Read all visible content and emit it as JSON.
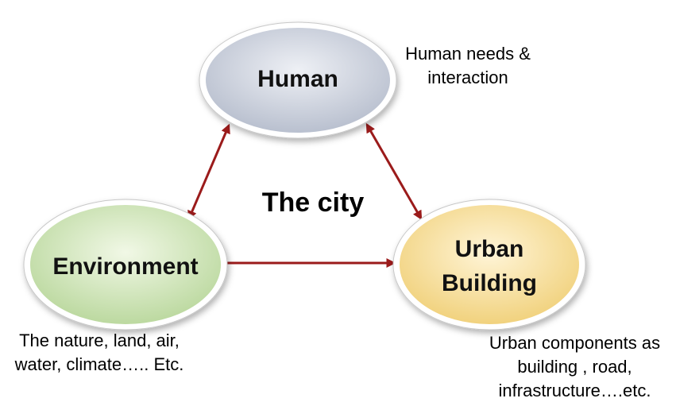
{
  "center_title": "The city",
  "nodes": {
    "human": {
      "label": "Human",
      "fill_light": "#eef0f5",
      "fill_dark": "#b9c0cf"
    },
    "environment": {
      "label": "Environment",
      "fill_light": "#f1f8e6",
      "fill_dark": "#bcd9a0"
    },
    "urban_building": {
      "label_line1": "Urban",
      "label_line2": "Building",
      "fill_light": "#fff5d8",
      "fill_dark": "#f1d27e"
    }
  },
  "notes": {
    "human": [
      "Human needs &",
      "interaction"
    ],
    "environment": [
      "The nature, land, air,",
      "water, climate….. Etc."
    ],
    "urban_building": [
      "Urban components as",
      "building , road,",
      "infrastructure….etc."
    ]
  },
  "colors": {
    "arrow": "#9b1b1b",
    "ring": "#ffffff",
    "outline": "#c8c8c8"
  }
}
